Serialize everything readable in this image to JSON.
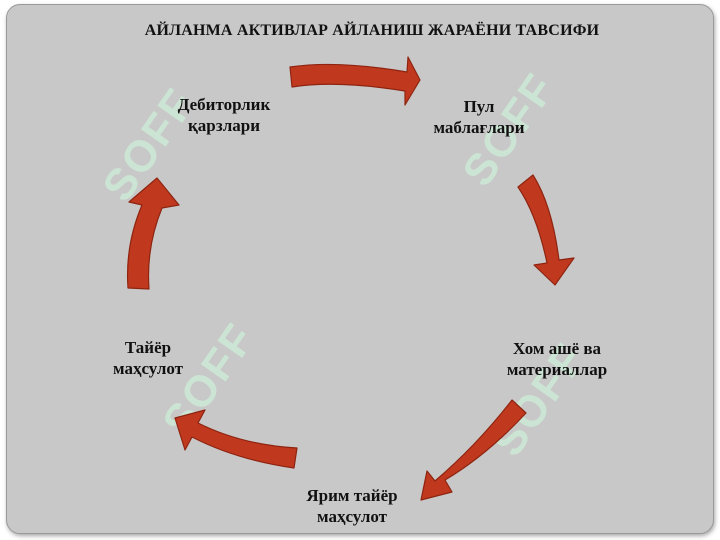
{
  "diagram": {
    "title": "АЙЛАНМА АКТИВЛАР АЙЛАНИШ ЖАРАЁНИ ТАВСИФИ",
    "nodes": [
      {
        "id": "cash",
        "lines": [
          "Пул",
          "маблағлари"
        ]
      },
      {
        "id": "materials",
        "lines": [
          "Хом ашё ва",
          "материаллар"
        ]
      },
      {
        "id": "wip",
        "lines": [
          "Ярим тайёр",
          "маҳсулот"
        ]
      },
      {
        "id": "finished",
        "lines": [
          "Тайёр",
          "маҳсулот"
        ]
      },
      {
        "id": "receivables",
        "lines": [
          "Дебиторлик",
          "қарзлари"
        ]
      }
    ],
    "cycle_order": [
      "cash",
      "materials",
      "wip",
      "finished",
      "receivables"
    ],
    "arrow_color": "#c0391f",
    "arrow_edge_color": "#8e2410"
  },
  "watermark": {
    "text": "SOFF",
    "color": "#ccebd6"
  }
}
